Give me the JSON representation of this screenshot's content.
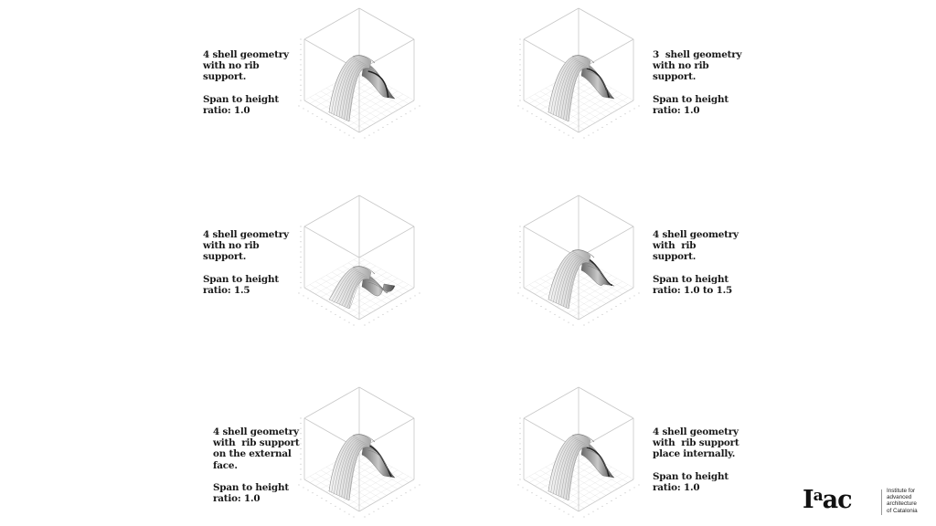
{
  "panels": [
    {
      "id": "p1",
      "caption_lines": [
        "4 shell geometry",
        "with no rib",
        "support."
      ],
      "ratio_lines": [
        "Span to height",
        "ratio: 1.0"
      ],
      "shell_count": 4,
      "rib_support": "none",
      "span_to_height_ratio": "1.0"
    },
    {
      "id": "p2",
      "caption_lines": [
        "3  shell geometry",
        "with no rib",
        "support."
      ],
      "ratio_lines": [
        "Span to height",
        "ratio: 1.0"
      ],
      "shell_count": 3,
      "rib_support": "none",
      "span_to_height_ratio": "1.0"
    },
    {
      "id": "p3",
      "caption_lines": [
        "4 shell geometry",
        "with no rib",
        "support."
      ],
      "ratio_lines": [
        "Span to height",
        "ratio: 1.5"
      ],
      "shell_count": 4,
      "rib_support": "none",
      "span_to_height_ratio": "1.5"
    },
    {
      "id": "p4",
      "caption_lines": [
        "4 shell geometry",
        "with  rib",
        "support."
      ],
      "ratio_lines": [
        "Span to height",
        "ratio: 1.0 to 1.5"
      ],
      "shell_count": 4,
      "rib_support": "rib",
      "span_to_height_ratio": "1.0 to 1.5"
    },
    {
      "id": "p5",
      "caption_lines": [
        "4 shell geometry",
        "with  rib support",
        "on the external",
        "face."
      ],
      "ratio_lines": [
        "Span to height",
        "ratio: 1.0"
      ],
      "shell_count": 4,
      "rib_support": "external face",
      "span_to_height_ratio": "1.0"
    },
    {
      "id": "p6",
      "caption_lines": [
        "4 shell geometry",
        "with  rib support",
        "place internally."
      ],
      "ratio_lines": [
        "Span to height",
        "ratio: 1.0"
      ],
      "shell_count": 4,
      "rib_support": "internal",
      "span_to_height_ratio": "1.0"
    }
  ],
  "logo": {
    "mark_main": "I",
    "mark_sup": "a",
    "mark_rest": "ac",
    "text_lines": [
      "Institute for",
      "advanced",
      "architecture",
      "of Catalonia"
    ]
  },
  "colors": {
    "background": "#ffffff",
    "text": "#1a1a1a",
    "axis": "#c8c8c8",
    "shell_light": "#f2f2f2",
    "shell_mid": "#b0b0b0",
    "shell_dark": "#3a3a3a"
  }
}
